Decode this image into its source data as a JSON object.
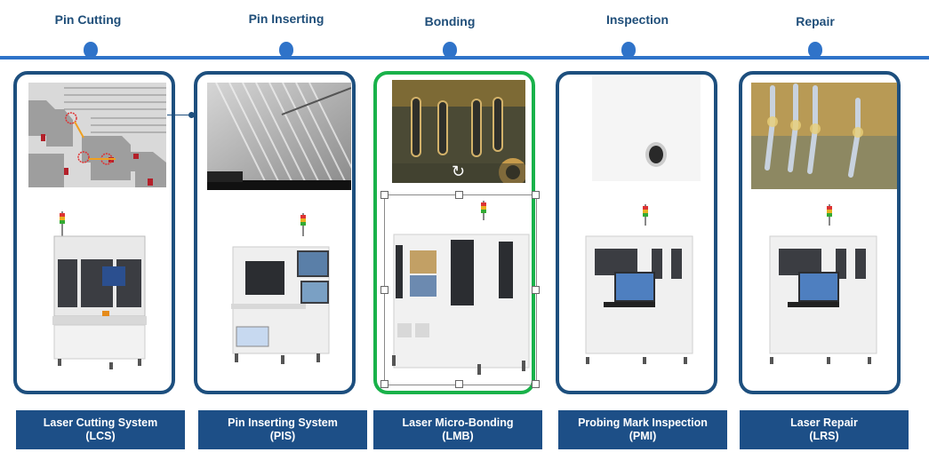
{
  "stages": [
    {
      "id": "cutting",
      "title": "Pin Cutting",
      "caption_line1": "Laser Cutting System",
      "caption_line2": "(LCS)"
    },
    {
      "id": "inserting",
      "title": "Pin Inserting",
      "caption_line1": "Pin Inserting System",
      "caption_line2": "(PIS)"
    },
    {
      "id": "bonding",
      "title": "Bonding",
      "caption_line1": "Laser Micro-Bonding",
      "caption_line2": "(LMB)"
    },
    {
      "id": "inspection",
      "title": "Inspection",
      "caption_line1": "Probing Mark Inspection",
      "caption_line2": "(PMI)"
    },
    {
      "id": "repair",
      "title": "Repair",
      "caption_line1": "Laser Repair",
      "caption_line2": "(LRS)"
    }
  ],
  "colors": {
    "timeline": "#2f73c9",
    "panel_border": "#1d4f7e",
    "selected_border": "#19b24a",
    "caption_bg": "#1d4f87",
    "title_text": "#1f4e79"
  },
  "selected_stage": "bonding"
}
